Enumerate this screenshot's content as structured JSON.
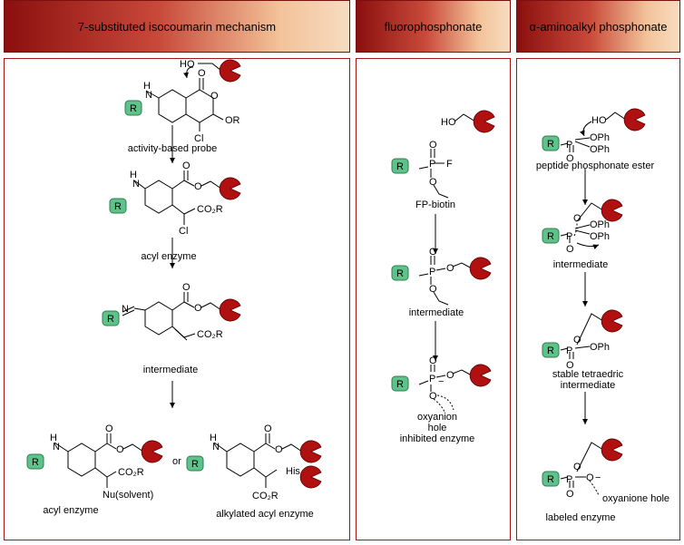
{
  "headers": {
    "isocoumarin": "7-substituted isocoumarin mechanism",
    "fluoro": "fluorophosphonate",
    "amino": "α-aminoalkyl phosphonate"
  },
  "isocoumarin": {
    "probe_caption": "activity-based probe",
    "acyl1_caption": "acyl enzyme",
    "intermediate_caption": "intermediate",
    "acyl2_caption": "acyl enzyme",
    "alkylated_caption": "alkylated acyl enzyme",
    "or_text": "or",
    "nu_label": "Nu(solvent)",
    "his_label": "His"
  },
  "fluoro": {
    "fp_caption": "FP-biotin",
    "intermediate_caption": "intermediate",
    "oxyanion_caption": "oxyanion",
    "hole_caption": "hole",
    "inhibited_caption": "inhibited enzyme"
  },
  "amino": {
    "ester_caption": "peptide phosphonate ester",
    "intermediate_caption": "intermediate",
    "stable_caption": "stable tetraedric",
    "stable_caption2": "intermediate",
    "oxyanione_caption": "oxyanione hole",
    "labeled_caption": "labeled enzyme"
  },
  "atoms": {
    "R": "R",
    "H": "H",
    "N": "N",
    "O": "O",
    "P": "P",
    "F": "F",
    "Cl": "Cl",
    "HO": "HO",
    "OR": "OR",
    "OPh": "OPh",
    "CO2R": "CO₂R",
    "minus": "−"
  },
  "colors": {
    "header_dark": "#8b0f0f",
    "header_light": "#f7dcc0",
    "panel_border": "#a01818",
    "r_box": "#5fc28a",
    "enzyme": "#b01010"
  }
}
